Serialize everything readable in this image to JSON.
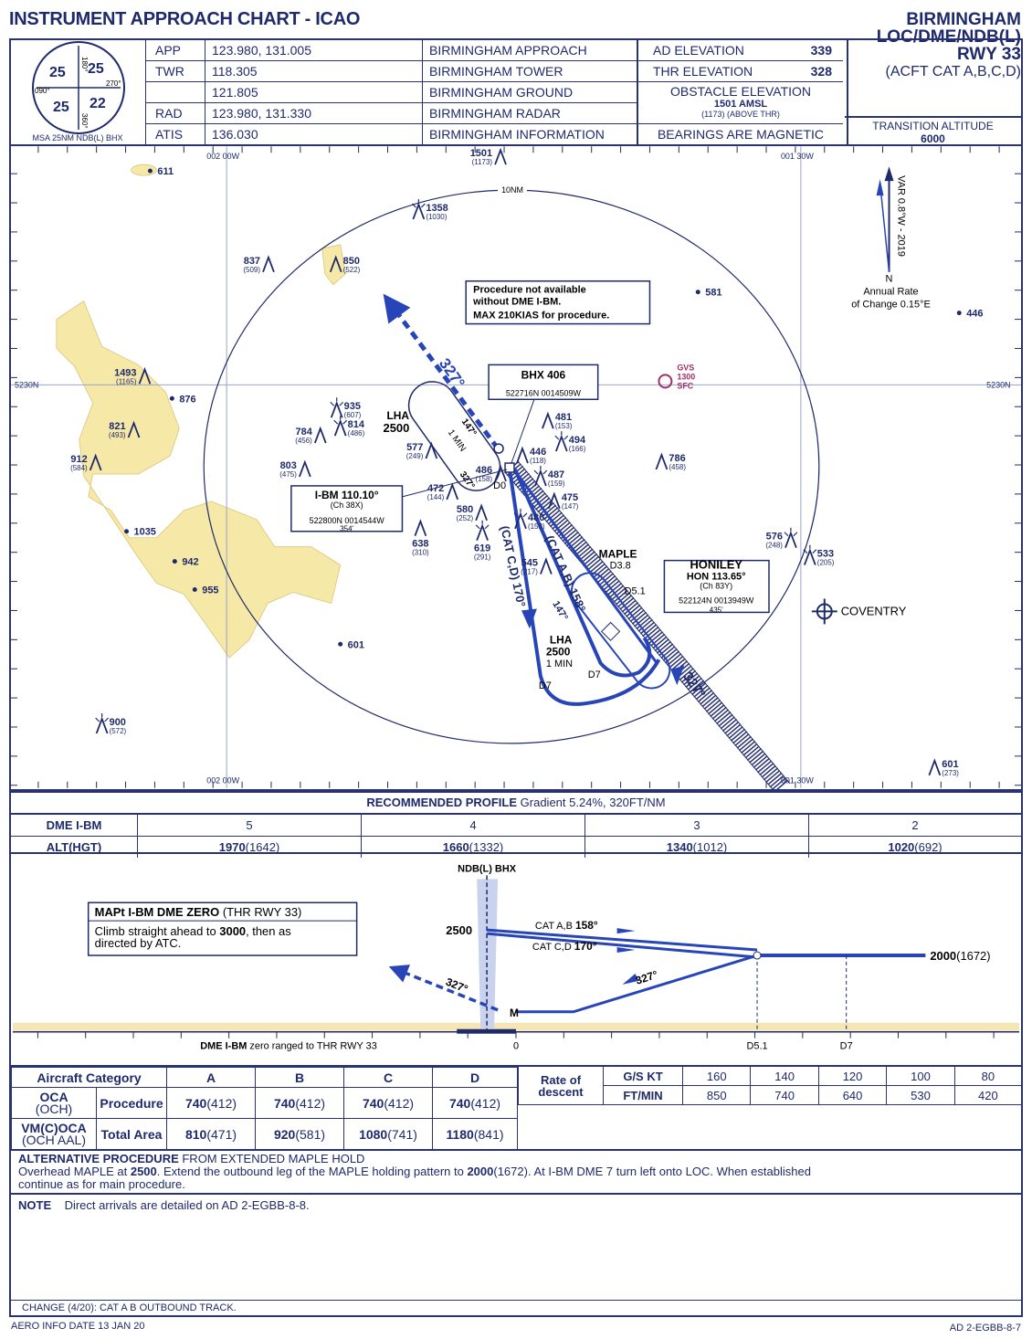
{
  "header": {
    "chart_title": "INSTRUMENT APPROACH CHART - ICAO",
    "airport": "BIRMINGHAM",
    "procedure": "LOC/DME/NDB(L)",
    "runway": "RWY 33",
    "categories": "(ACFT CAT A,B,C,D)",
    "transition_altitude_label": "TRANSITION ALTITUDE",
    "transition_altitude": "6000"
  },
  "msa": {
    "label": "MSA 25NM NDB(L) BHX",
    "bearings": [
      "180°",
      "270°",
      "090°",
      "360°"
    ],
    "sectors": [
      "25",
      "25",
      "25",
      "22"
    ]
  },
  "frequencies": [
    {
      "type": "APP",
      "freq": "123.980, 131.005",
      "name": "BIRMINGHAM APPROACH"
    },
    {
      "type": "TWR",
      "freq": "118.305",
      "name": "BIRMINGHAM TOWER"
    },
    {
      "type": "",
      "freq": "121.805",
      "name": "BIRMINGHAM GROUND"
    },
    {
      "type": "RAD",
      "freq": "123.980, 131.330",
      "name": "BIRMINGHAM RADAR"
    },
    {
      "type": "ATIS",
      "freq": "136.030",
      "name": "BIRMINGHAM INFORMATION"
    }
  ],
  "elevations": {
    "ad_label": "AD ELEVATION",
    "ad": "339",
    "thr_label": "THR ELEVATION",
    "thr": "328",
    "obstacle_label": "OBSTACLE ELEVATION",
    "obstacle": "1501 AMSL",
    "obstacle_hgt": "(1173) (ABOVE THR)",
    "bearings_note": "BEARINGS ARE MAGNETIC"
  },
  "map": {
    "grid": {
      "lon_west": "002 00W",
      "lon_east": "001 30W",
      "lat": "5230N"
    },
    "range_ring": "10NM",
    "notice": [
      "Procedure not available",
      "without DME I-BM.",
      "MAX 210KIAS for procedure."
    ],
    "variation": "VAR 0.8°W - 2019",
    "north": "N",
    "annual_rate": [
      "Annual Rate",
      "of Change 0.15°E"
    ],
    "ndb": {
      "ident": "BHX 406",
      "coords": "522716N 0014509W"
    },
    "loc": {
      "ident": "I-BM 110.10°",
      "channel": "(Ch 38X)",
      "coords": "522800N 0014544W",
      "elev": "354'"
    },
    "vor": {
      "name": "HONILEY",
      "ident": "HON 113.65°",
      "channel": "(Ch 83Y)",
      "coords": "522124N 0013949W",
      "elev": "435'"
    },
    "glider": {
      "name": "GVS",
      "top": "1300",
      "base": "SFC"
    },
    "town": "COVENTRY",
    "fix_maple": {
      "name": "MAPLE",
      "dme": "D3.8"
    },
    "dme_marks": [
      "D0",
      "D5.1",
      "D7",
      "D7"
    ],
    "hold_bhx": {
      "lha": "LHA",
      "alt": "2500",
      "time": "1 MIN",
      "outbound": "147°",
      "inbound": "327°"
    },
    "hold_maple": {
      "lha": "LHA",
      "alt": "2500",
      "time": "1 MIN",
      "outbound": "147°"
    },
    "tracks": {
      "missed": "327°",
      "cat_cd": "(CAT C,D) 170°",
      "cat_ab": "(CAT A,B) 158°",
      "final": "327°"
    },
    "obstacles": [
      {
        "elev": "611",
        "type": "spot"
      },
      {
        "elev": "1501",
        "hgt": "(1173)",
        "type": "obstacle"
      },
      {
        "elev": "1358",
        "hgt": "(1030)",
        "type": "lit"
      },
      {
        "elev": "837",
        "hgt": "(509)",
        "type": "obstacle"
      },
      {
        "elev": "850",
        "hgt": "(522)",
        "type": "obstacle"
      },
      {
        "elev": "581",
        "type": "spot"
      },
      {
        "elev": "446",
        "type": "spot"
      },
      {
        "elev": "1493",
        "hgt": "(1165)",
        "type": "obstacle"
      },
      {
        "elev": "876",
        "type": "spot"
      },
      {
        "elev": "935",
        "hgt": "(607)",
        "type": "lit"
      },
      {
        "elev": "821",
        "hgt": "(493)",
        "type": "obstacle"
      },
      {
        "elev": "784",
        "hgt": "(456)",
        "type": "obstacle"
      },
      {
        "elev": "814",
        "hgt": "(486)",
        "type": "lit"
      },
      {
        "elev": "481",
        "hgt": "(153)",
        "type": "obstacle"
      },
      {
        "elev": "494",
        "hgt": "(166)",
        "type": "lit"
      },
      {
        "elev": "446",
        "hgt": "(118)",
        "type": "obstacle"
      },
      {
        "elev": "577",
        "hgt": "(249)",
        "type": "obstacle"
      },
      {
        "elev": "912",
        "hgt": "(584)",
        "type": "obstacle"
      },
      {
        "elev": "803",
        "hgt": "(475)",
        "type": "obstacle"
      },
      {
        "elev": "486",
        "hgt": "(158)",
        "type": "obstacle"
      },
      {
        "elev": "487",
        "hgt": "(159)",
        "type": "lit"
      },
      {
        "elev": "786",
        "hgt": "(458)",
        "type": "obstacle"
      },
      {
        "elev": "472",
        "hgt": "(144)",
        "type": "obstacle"
      },
      {
        "elev": "475",
        "hgt": "(147)",
        "type": "obstacle"
      },
      {
        "elev": "580",
        "hgt": "(252)",
        "type": "obstacle"
      },
      {
        "elev": "486",
        "hgt": "(158)",
        "type": "lit"
      },
      {
        "elev": "1035",
        "type": "spot"
      },
      {
        "elev": "638",
        "hgt": "(310)",
        "type": "obstacle"
      },
      {
        "elev": "619",
        "hgt": "(291)",
        "type": "lit"
      },
      {
        "elev": "576",
        "hgt": "(248)",
        "type": "lit"
      },
      {
        "elev": "533",
        "hgt": "(205)",
        "type": "lit"
      },
      {
        "elev": "942",
        "type": "spot"
      },
      {
        "elev": "545",
        "hgt": "(217)",
        "type": "obstacle"
      },
      {
        "elev": "955",
        "type": "spot"
      },
      {
        "elev": "601",
        "type": "spot"
      },
      {
        "elev": "900",
        "hgt": "(572)",
        "type": "lit"
      },
      {
        "elev": "601",
        "hgt": "(273)",
        "type": "obstacle"
      }
    ]
  },
  "profile_table": {
    "title": "RECOMMENDED PROFILE",
    "gradient": "Gradient 5.24%, 320FT/NM",
    "dme_label": "DME I-BM",
    "alt_label": "ALT(HGT)",
    "rows": [
      {
        "dme": "5",
        "alt": "1970",
        "hgt": "(1642)"
      },
      {
        "dme": "4",
        "alt": "1660",
        "hgt": "(1332)"
      },
      {
        "dme": "3",
        "alt": "1340",
        "hgt": "(1012)"
      },
      {
        "dme": "2",
        "alt": "1020",
        "hgt": "(692)"
      }
    ]
  },
  "profile_view": {
    "ndb": "NDB(L) BHX",
    "alt_start": "2500",
    "cat_ab": "CAT A,B",
    "cat_ab_track": "158°",
    "cat_cd": "CAT C,D",
    "cat_cd_track": "170°",
    "inbound": "327°",
    "missed": "327°",
    "hold_alt": "2000",
    "hold_hgt": "(1672)",
    "map_point": "M",
    "mapt_title": "MAPt I-BM DME ZERO",
    "mapt_sub": "(THR RWY 33)",
    "mapt_text_1": "Climb straight ahead to ",
    "mapt_alt": "3000",
    "mapt_text_2": ", then as",
    "mapt_text_3": "directed by ATC.",
    "dme_note_bold": "DME I-BM",
    "dme_note": " zero ranged to THR RWY 33",
    "dme_ticks": [
      "0",
      "D5.1",
      "D7"
    ]
  },
  "minima": {
    "category_label": "Aircraft Category",
    "categories": [
      "A",
      "B",
      "C",
      "D"
    ],
    "oca_label": "OCA",
    "och_label": "(OCH)",
    "procedure_label": "Procedure",
    "procedure": [
      [
        "740",
        "(412)"
      ],
      [
        "740",
        "(412)"
      ],
      [
        "740",
        "(412)"
      ],
      [
        "740",
        "(412)"
      ]
    ],
    "vmc_label": "VM(C)OCA",
    "vmc_sub": "(OCH AAL)",
    "total_label": "Total Area",
    "total": [
      [
        "810",
        "(471)"
      ],
      [
        "920",
        "(581)"
      ],
      [
        "1080",
        "(741)"
      ],
      [
        "1180",
        "(841)"
      ]
    ]
  },
  "rate_of_descent": {
    "label": "Rate of descent",
    "gs_label": "G/S KT",
    "fpm_label": "FT/MIN",
    "gs": [
      "160",
      "140",
      "120",
      "100",
      "80"
    ],
    "fpm": [
      "850",
      "740",
      "640",
      "530",
      "420"
    ]
  },
  "alternative": {
    "title_bold": "ALTERNATIVE PROCEDURE",
    "title_rest": " FROM EXTENDED MAPLE HOLD",
    "t1": "Overhead MAPLE at ",
    "a1": "2500",
    "t2": ". Extend the outbound leg of the MAPLE holding pattern to ",
    "a2": "2000",
    "t3": "(1672). At I-BM DME 7 turn left onto LOC. When established",
    "t4": "continue as for main procedure."
  },
  "note": {
    "label": "NOTE",
    "text": "Direct arrivals are detailed on AD 2-EGBB-8-8."
  },
  "change": "CHANGE (4/20): CAT A B OUTBOUND TRACK.",
  "footer": {
    "date": "AERO INFO DATE 13 JAN 20",
    "ref": "AD 2-EGBB-8-7"
  }
}
